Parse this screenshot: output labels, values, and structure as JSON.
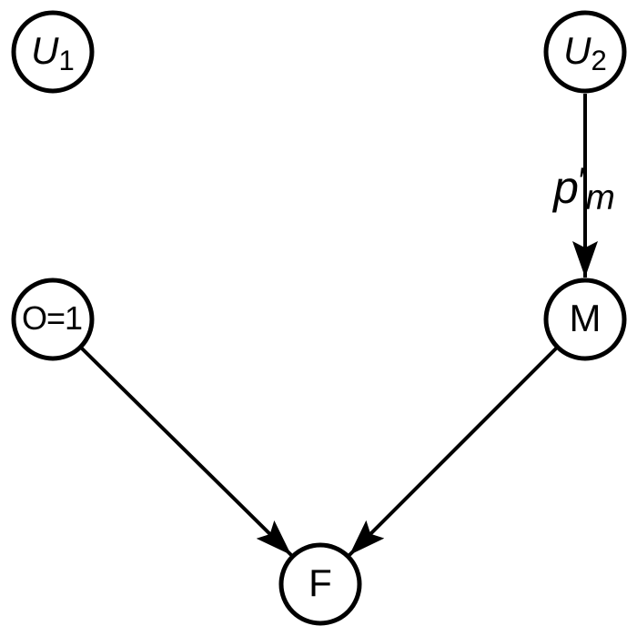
{
  "diagram": {
    "kind": "causal-graph",
    "colors": {
      "background": "#ffffff",
      "line": "#000000",
      "text": "#000000"
    },
    "nodes": {
      "u1": {
        "base": "U",
        "sub": "1"
      },
      "u2": {
        "base": "U",
        "sub": "2"
      },
      "o": {
        "base": "O=1"
      },
      "m": {
        "base": "M"
      },
      "f": {
        "base": "F"
      }
    },
    "edges": {
      "u2_m": {
        "from": "U2",
        "to": "M",
        "label": {
          "base": "p",
          "prime": "′",
          "sub": "m"
        }
      },
      "o_f": {
        "from": "O=1",
        "to": "F"
      },
      "m_f": {
        "from": "M",
        "to": "F"
      }
    }
  }
}
